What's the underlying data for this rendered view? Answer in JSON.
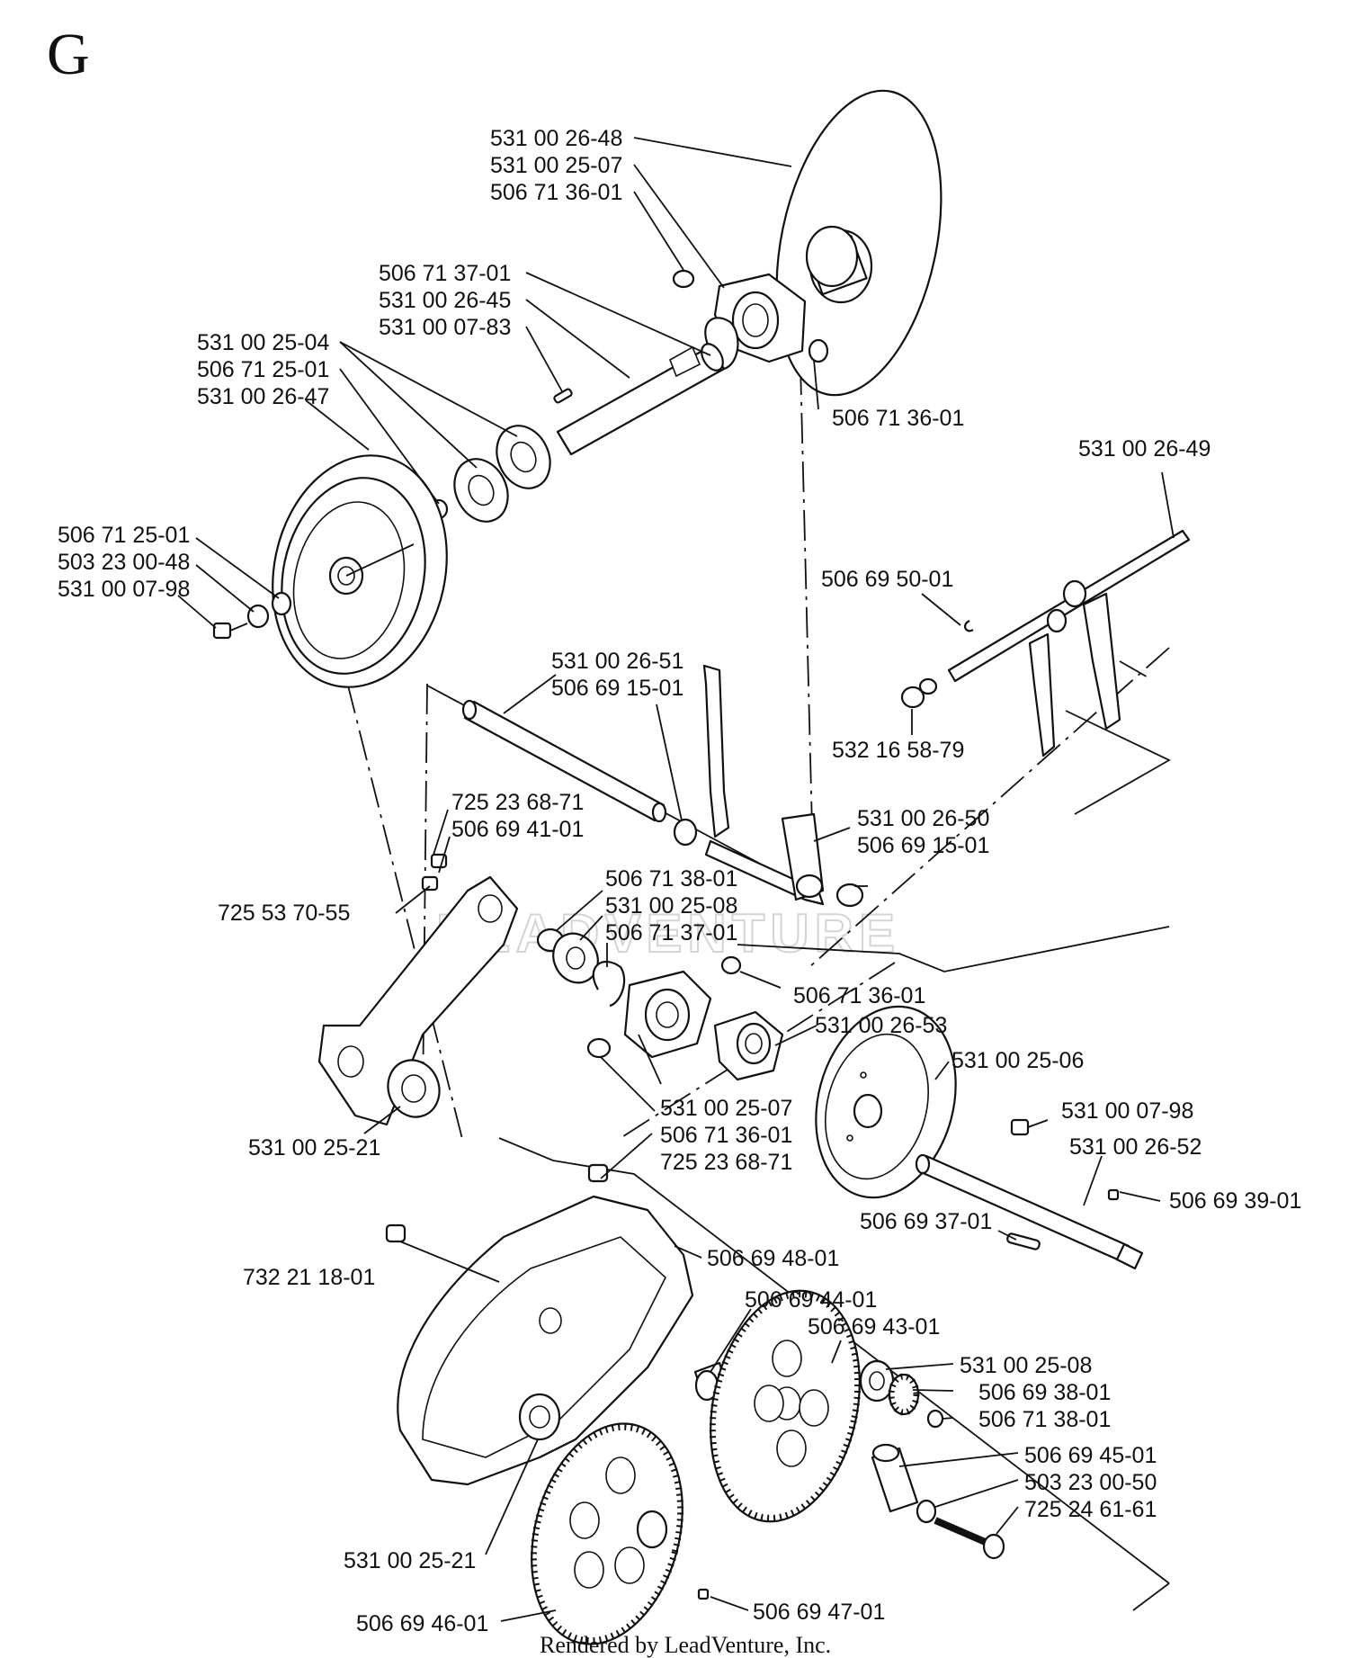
{
  "section_letter": "G",
  "footer": "Rendered by LeadVenture, Inc.",
  "watermark": "LEADVENTURE",
  "labels": [
    "531 00 26-48",
    "531 00 25-07",
    "506 71 36-01",
    "506 71 37-01",
    "531 00 26-45",
    "531 00 07-83",
    "531 00 25-04",
    "506 71 25-01",
    "531 00 26-47",
    "506 71 36-01",
    "531 00 26-49",
    "506 71 25-01",
    "503 23 00-48",
    "531 00 07-98",
    "506 69 50-01",
    "531 00 26-51",
    "506 69 15-01",
    "532 16 58-79",
    "725 23 68-71",
    "506 69 41-01",
    "531 00 26-50",
    "506 69 15-01",
    "725 53 70-55",
    "506 71 38-01",
    "531 00 25-08",
    "506 71 37-01",
    "506 71 36-01",
    "531 00 26-53",
    "531 00 25-06",
    "531 00 25-07",
    "506 71 36-01",
    "725 23 68-71",
    "531 00 07-98",
    "531 00 25-21",
    "531 00 26-52",
    "506 69 39-01",
    "506 69 37-01",
    "732 21 18-01",
    "506 69 48-01",
    "506 69 44-01",
    "506 69 43-01",
    "531 00 25-08",
    "506 69 38-01",
    "506 71 38-01",
    "506 69 45-01",
    "503 23 00-50",
    "725 24 61-61",
    "531 00 25-21",
    "506 69 46-01",
    "506 69 47-01"
  ]
}
